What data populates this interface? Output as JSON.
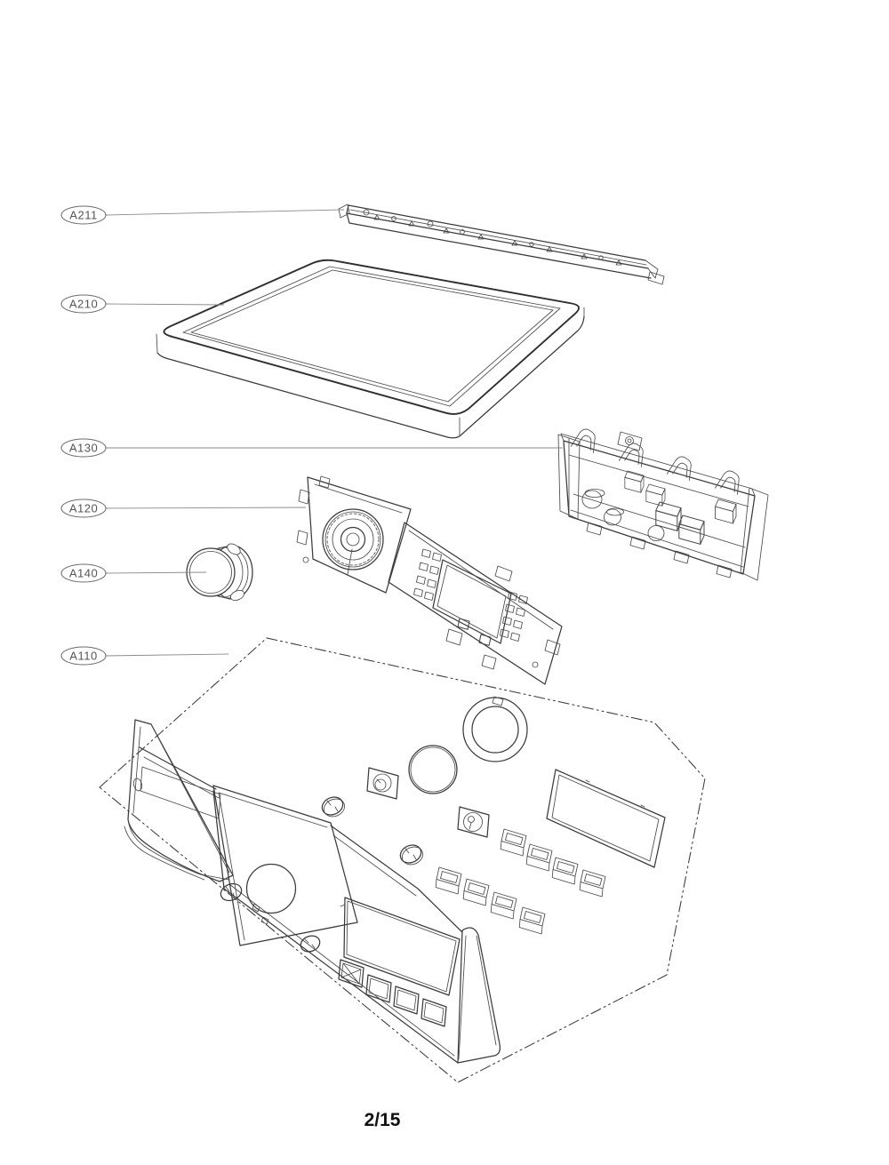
{
  "document": {
    "page_indicator": "2/15",
    "callouts": [
      {
        "label": "A211"
      },
      {
        "label": "A210"
      },
      {
        "label": "A130"
      },
      {
        "label": "A120"
      },
      {
        "label": "A140"
      },
      {
        "label": "A110"
      }
    ],
    "colors": {
      "background": "#ffffff",
      "drawing_line": "#3b3b3b",
      "callout_line": "#6b6b6b",
      "callout_text": "#555555",
      "page_number_text": "#111111"
    }
  }
}
